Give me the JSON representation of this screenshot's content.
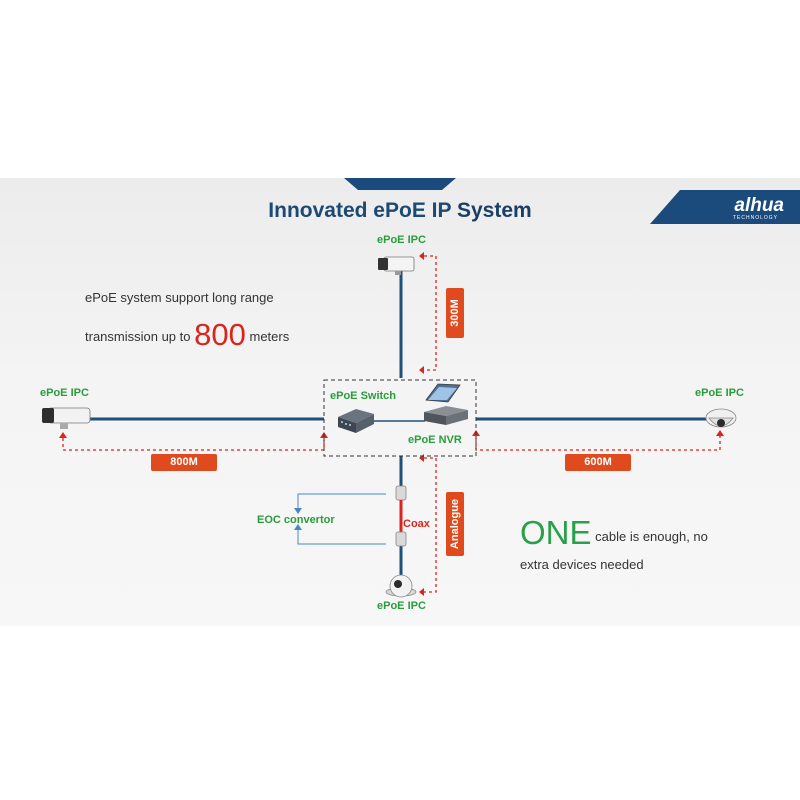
{
  "title": {
    "part1": "Innovated ePoE IP",
    "part2": "System"
  },
  "logo": {
    "name": "alhua",
    "sub": "TECHNOLOGY"
  },
  "description": {
    "line1": "ePoE system support long range",
    "line2_prefix": "transmission up to",
    "line2_value": "800",
    "line2_suffix": "meters"
  },
  "nodes": {
    "top_ipc": "ePoE IPC",
    "left_ipc": "ePoE IPC",
    "right_ipc": "ePoE IPC",
    "bottom_ipc": "ePoE IPC",
    "switch": "ePoE Switch",
    "nvr": "ePoE NVR"
  },
  "distances": {
    "top": "300M",
    "left": "800M",
    "right": "600M",
    "bottom": "Analogue"
  },
  "coax_label": "Coax",
  "eoc_label": "EOC convertor",
  "one_cable": {
    "emphasis": "ONE",
    "rest_line1": "cable is enough, no",
    "line2": "extra devices needed"
  },
  "colors": {
    "cable": "#1f4f7d",
    "arrow": "#d8261f",
    "badge": "#e04a1f",
    "label_green": "#2a9d3a",
    "title_blue": "#1d4a74",
    "logo_bg": "#1a4b7c"
  },
  "icons": [
    "bullet-camera-icon",
    "box-camera-icon",
    "dome-camera-icon",
    "turret-camera-icon",
    "switch-icon",
    "nvr-monitor-icon"
  ]
}
